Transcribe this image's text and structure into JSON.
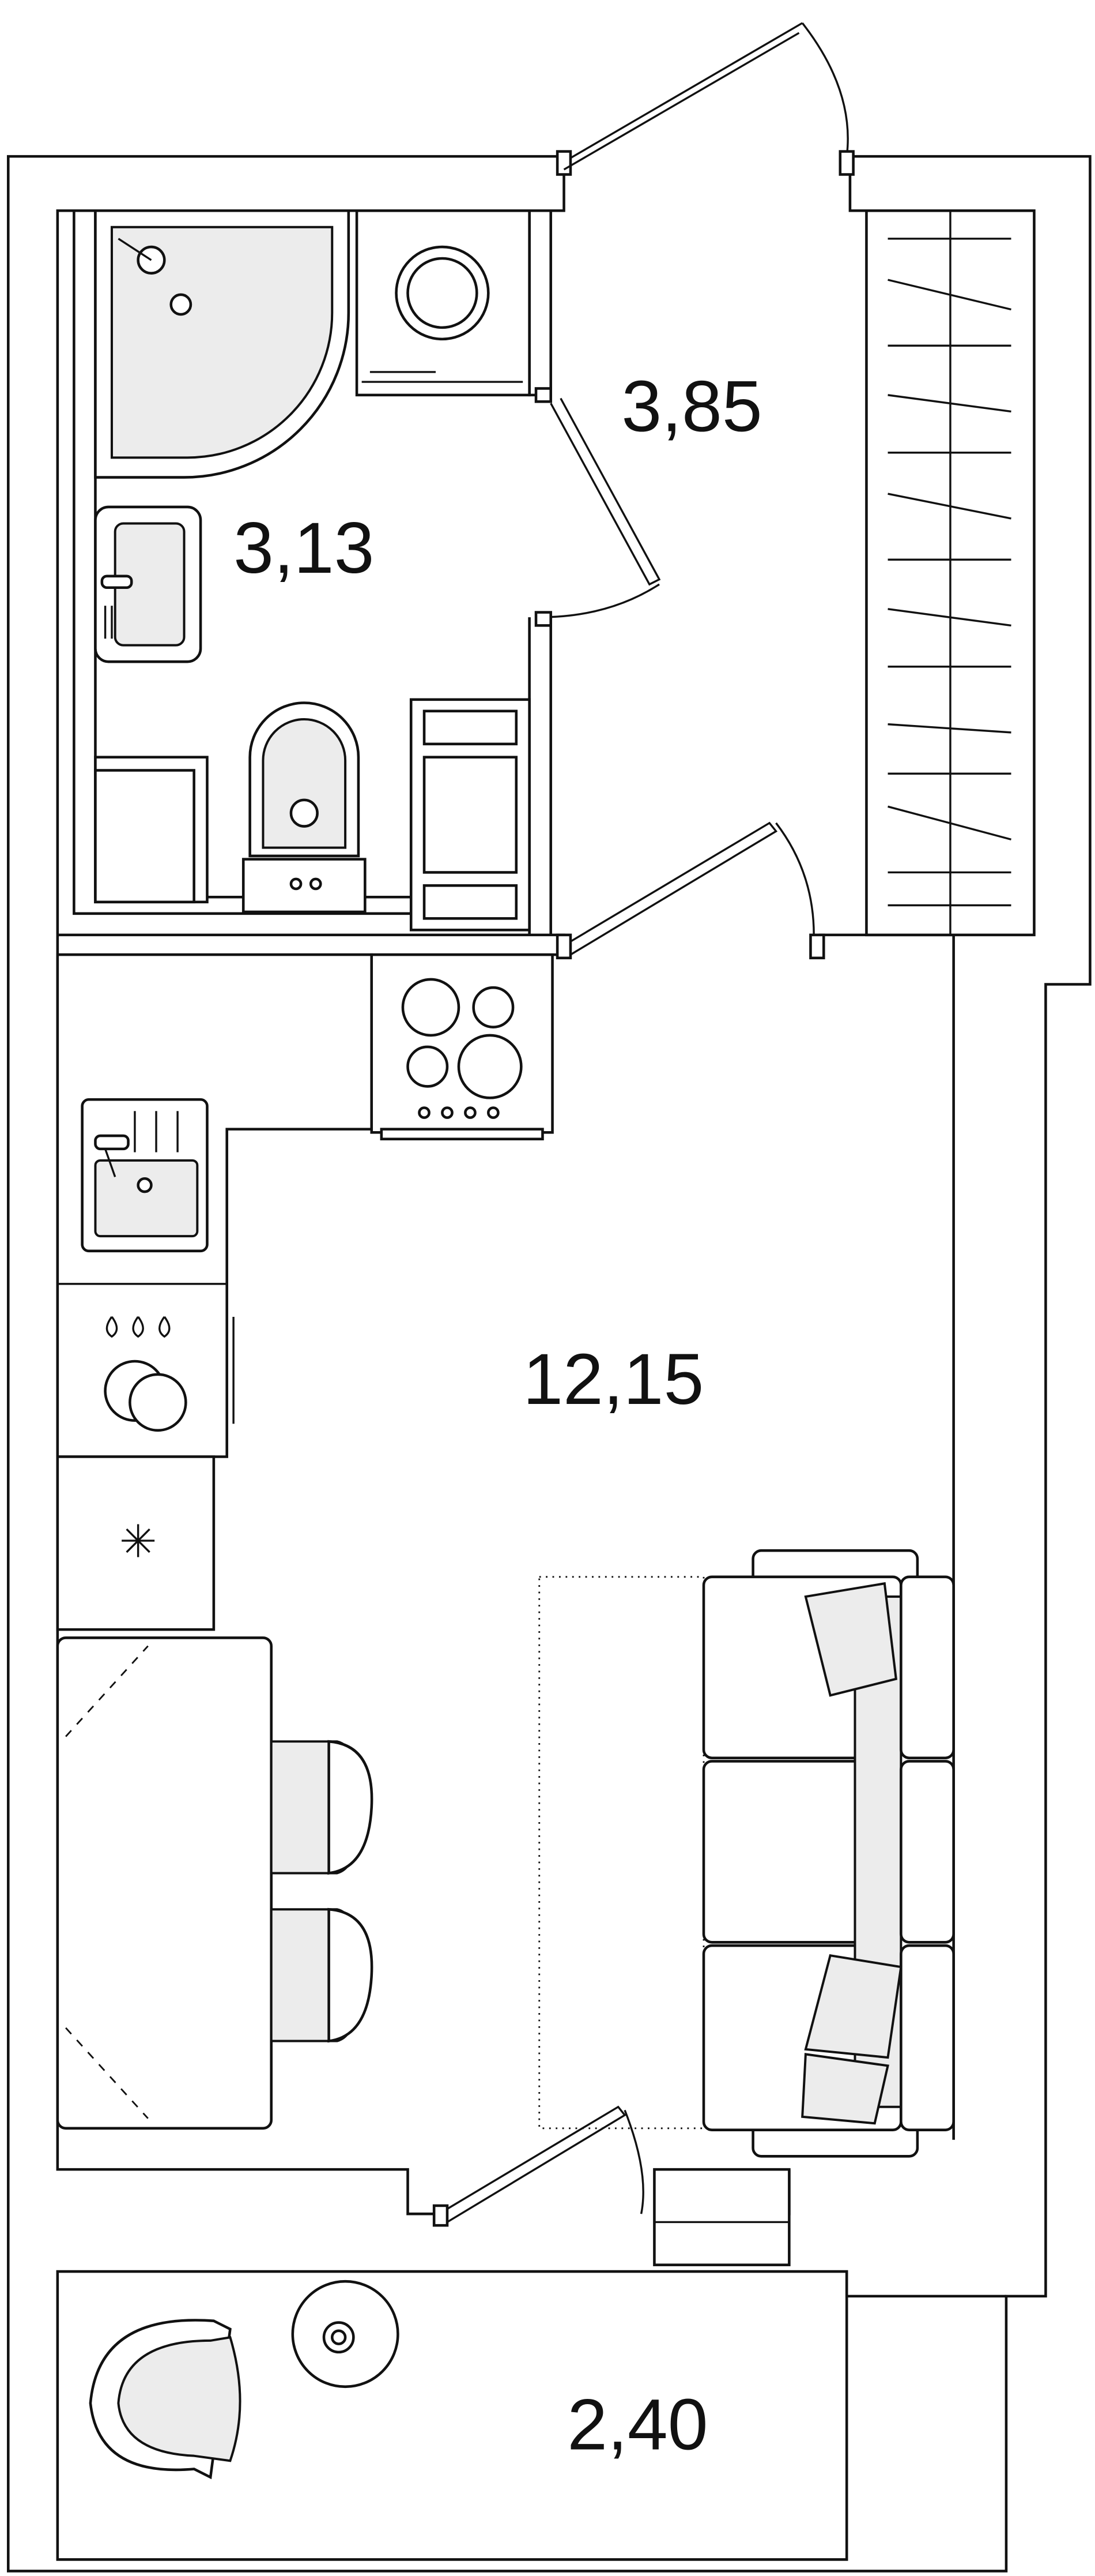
{
  "plan": {
    "rooms": [
      {
        "id": "hallway",
        "area": "3,85"
      },
      {
        "id": "bathroom",
        "area": "3,13"
      },
      {
        "id": "living-kitchen",
        "area": "12,15"
      },
      {
        "id": "balcony",
        "area": "2,40"
      }
    ],
    "colors": {
      "line": "#111111",
      "fill": "#ececec",
      "background": "#ffffff"
    }
  }
}
